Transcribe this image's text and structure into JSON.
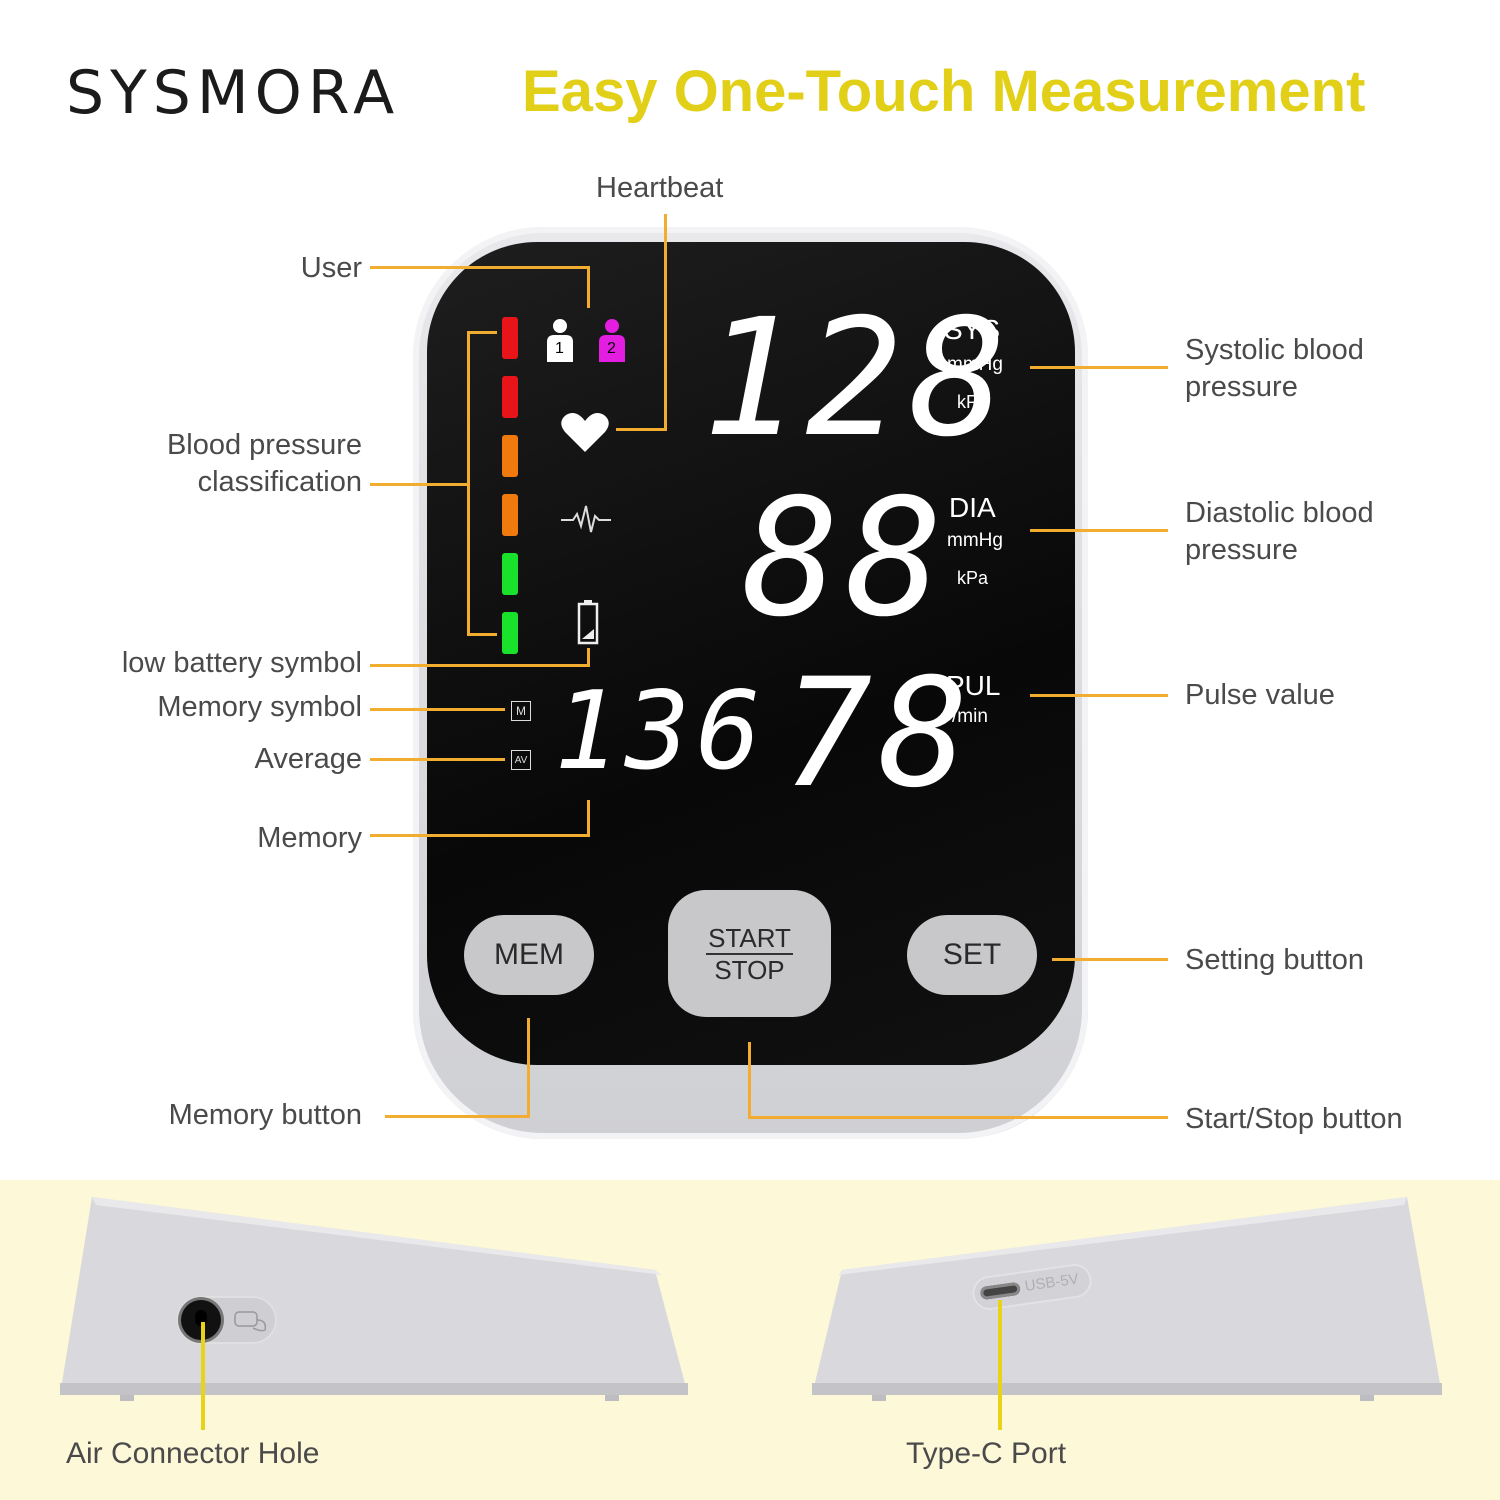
{
  "header": {
    "brand": "SYSMORA",
    "headline": "Easy One-Touch Measurement"
  },
  "labels": {
    "heartbeat": "Heartbeat",
    "user": "User",
    "bp_class_1": "Blood pressure",
    "bp_class_2": "classification",
    "low_battery": "low battery symbol",
    "memory_symbol": "Memory symbol",
    "average": "Average",
    "memory": "Memory",
    "memory_button": "Memory button",
    "systolic_1": "Systolic blood",
    "systolic_2": "pressure",
    "diastolic_1": "Diastolic blood",
    "diastolic_2": "pressure",
    "pulse": "Pulse value",
    "setting_button": "Setting button",
    "start_stop_button": "Start/Stop button",
    "air_connector": "Air Connector Hole",
    "type_c": "Type-C Port"
  },
  "display": {
    "sys_value": "128",
    "dia_value": "88",
    "pul_value": "78",
    "memory_value": "136",
    "sys_label": "SYS",
    "dia_label": "DIA",
    "pul_label": "PUL",
    "unit_mmhg": "mmHg",
    "unit_kpa": "kPa",
    "unit_min": "/min",
    "user1": "1",
    "user2": "2",
    "mem_sym": "M",
    "avg_sym": "AV"
  },
  "buttons": {
    "mem": "MEM",
    "start": "START",
    "stop": "STOP",
    "set": "SET"
  },
  "port_text": "USB-5V",
  "colors": {
    "accent_line": "#f2ad30",
    "headline": "#e2cf18",
    "bar_red": "#e8141a",
    "bar_orange": "#f07a0d",
    "bar_green": "#19e22a",
    "user2": "#e31ee0"
  }
}
